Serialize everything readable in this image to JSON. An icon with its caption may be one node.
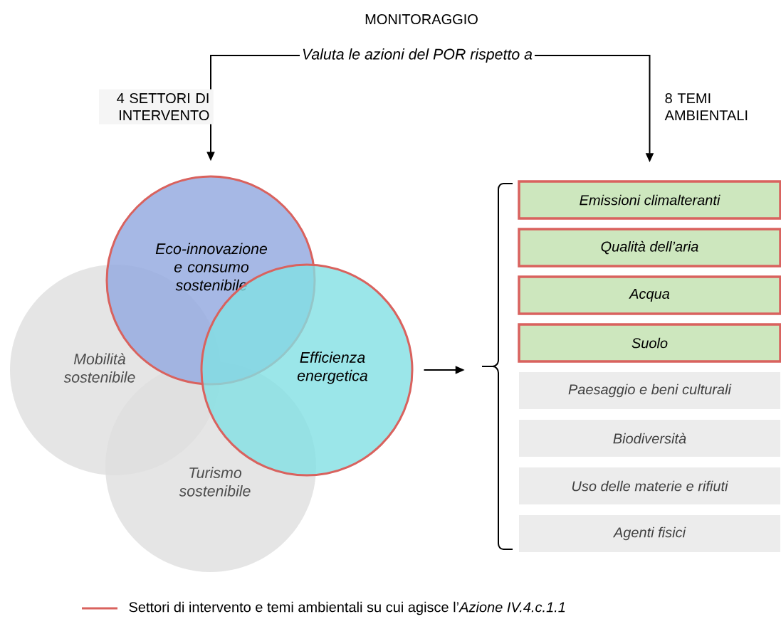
{
  "diagram": {
    "title": "MONITORAGGIO",
    "nodes": [
      {
        "text": [
          "Valuta le azioni del POR rispetto a"
        ]
      },
      {
        "text": [
          "Eco-innovazione e consumo sostenibile"
        ]
      },
      {
        "text": [
          "Mobilità sostenibile"
        ]
      },
      {
        "text": [
          "Efficienza energetica"
        ]
      },
      {
        "text": [
          "Turismo sostenibile"
        ]
      },
      {
        "text": [],
        "shape": "bracket"
      },
      {
        "text": [
          "Emissioni climalteranti"
        ]
      },
      {
        "text": [
          "Qualità dell’aria"
        ]
      },
      {
        "text": [
          "Acqua"
        ]
      },
      {
        "text": [
          "Suolo"
        ]
      },
      {
        "text": [
          "Paesaggio e beni culturali"
        ]
      },
      {
        "text": [
          "Biodiversità"
        ]
      },
      {
        "text": [
          "Uso delle materie e rifiuti"
        ]
      },
      {
        "text": [
          "Agenti fisici"
        ]
      }
    ],
    "edges": [
      {
        "from": 0,
        "to": 1,
        "arrow": "to",
        "label": "4 SETTORI DI INTERVENTO"
      },
      {
        "from": 0,
        "to": 6,
        "arrow": "to",
        "label": "8 TEMI AMBIENTALI"
      },
      {
        "from": 3,
        "to": 5,
        "arrow": "to"
      }
    ],
    "legend": [
      {
        "text": "Settori di intervento e temi ambientali su cui agisce l’*Azione IV.4.c.1.1*"
      }
    ]
  }
}
